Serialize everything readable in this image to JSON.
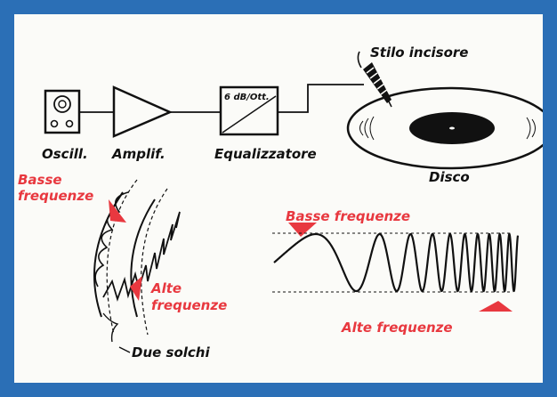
{
  "blocks": {
    "oscillator": "Oscill.",
    "amplifier": "Amplif.",
    "equalizer": "Equalizzatore",
    "equalizer_setting": "6 dB/Ott.",
    "stylus": "Stilo incisore",
    "disc": "Disco"
  },
  "groove_detail": {
    "low_freq": [
      "Basse",
      "frequenze"
    ],
    "high_freq": [
      "Alte",
      "frequenze"
    ],
    "two_grooves": "Due solchi"
  },
  "waveform": {
    "low_freq": "Basse  frequenze",
    "high_freq": "Alte  frequenze"
  },
  "colors": {
    "border": "#2b6fb6",
    "accent": "#e8383f",
    "ink": "#111111"
  }
}
